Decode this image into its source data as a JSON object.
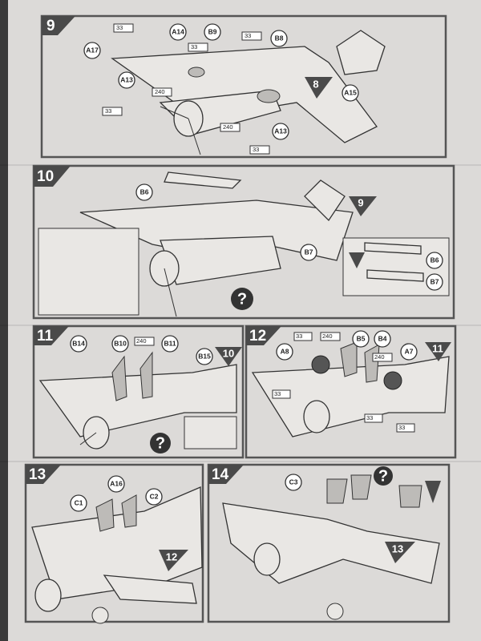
{
  "steps": [
    {
      "number": "9"
    },
    {
      "number": "10"
    },
    {
      "number": "11"
    },
    {
      "number": "12"
    },
    {
      "number": "13"
    },
    {
      "number": "14"
    }
  ],
  "step9": {
    "parts": [
      "A14",
      "B9",
      "B8",
      "A17",
      "A13",
      "A15",
      "A13"
    ],
    "glue": [
      "33",
      "33",
      "33",
      "240",
      "240",
      "33",
      "33"
    ],
    "ref": "8"
  },
  "step10": {
    "parts": [
      "B6",
      "B7",
      "B6",
      "B7"
    ],
    "ref": "9"
  },
  "step11": {
    "parts": [
      "B14",
      "B10",
      "B11",
      "B15"
    ],
    "glue": [
      "240"
    ],
    "ref": "10"
  },
  "step12": {
    "parts": [
      "A8",
      "B5",
      "B4",
      "A7"
    ],
    "glue": [
      "33",
      "240",
      "240",
      "33",
      "33",
      "33"
    ],
    "ref": "11"
  },
  "step13": {
    "parts": [
      "A16",
      "C1",
      "C2"
    ],
    "ref": "12"
  },
  "step14": {
    "parts": [
      "C3"
    ],
    "ref": "13"
  },
  "symbols": {
    "help": "?"
  }
}
